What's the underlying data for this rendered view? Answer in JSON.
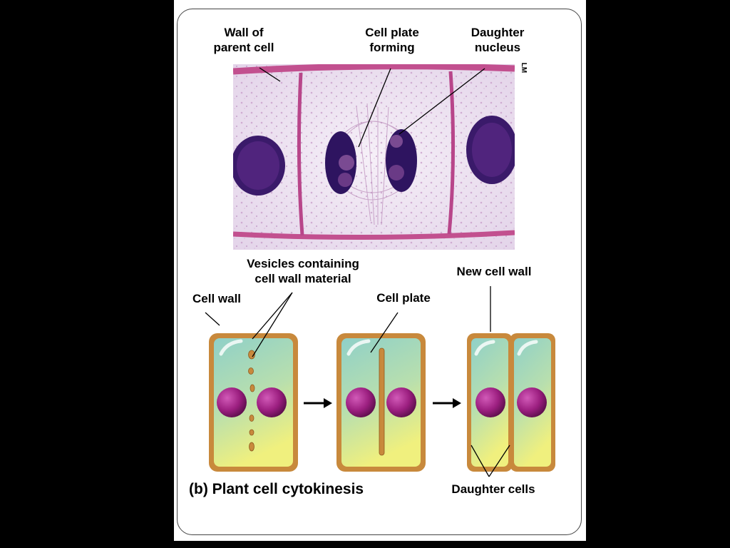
{
  "micrograph": {
    "label_wall_parent": "Wall of\nparent cell",
    "label_cell_plate_forming": "Cell plate\nforming",
    "label_daughter_nucleus": "Daughter\nnucleus",
    "scale_tag": "LM"
  },
  "diagram": {
    "label_vesicles": "Vesicles containing\ncell wall material",
    "label_new_cell_wall": "New cell wall",
    "label_cell_wall": "Cell wall",
    "label_cell_plate": "Cell plate",
    "label_daughter_cells": "Daughter cells",
    "caption": "(b) Plant cell cytokinesis"
  },
  "colors": {
    "wall": "#c8893c",
    "cytoplasm_top": "#9ad3c8",
    "cytoplasm_bottom": "#eef08a",
    "nucleus": "#9c1f80",
    "tissue_bg": "#efe6f2",
    "tissue_wall": "#c2508f",
    "chromatin": "#3a1a6a"
  }
}
